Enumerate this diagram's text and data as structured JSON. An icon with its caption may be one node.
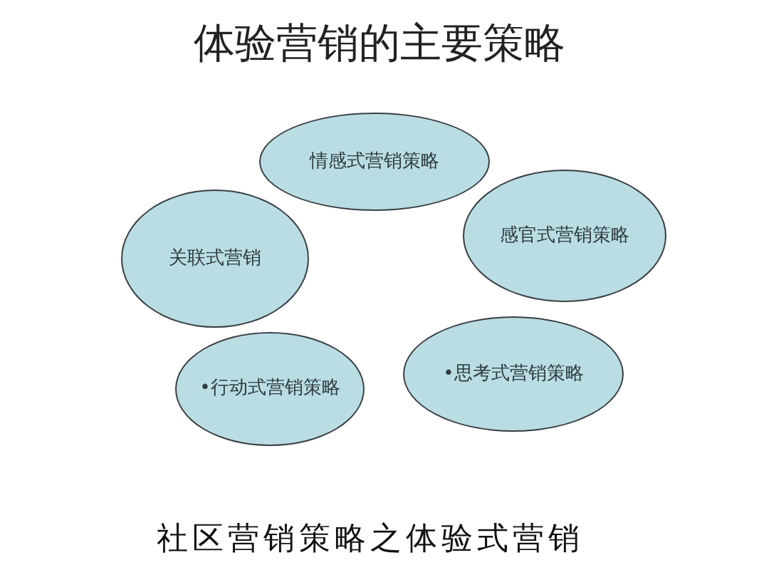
{
  "diagram": {
    "title": "体验营销的主要策略",
    "caption": "社区营销策略之体验式营销",
    "nodes": [
      {
        "text": [
          "情感式营销策略"
        ]
      },
      {
        "text": [
          "关联式营销"
        ]
      },
      {
        "text": [
          "感官式营销策略"
        ]
      },
      {
        "text": [
          "•行动式营销策略"
        ]
      },
      {
        "text": [
          "•思考式营销策略"
        ]
      }
    ]
  }
}
